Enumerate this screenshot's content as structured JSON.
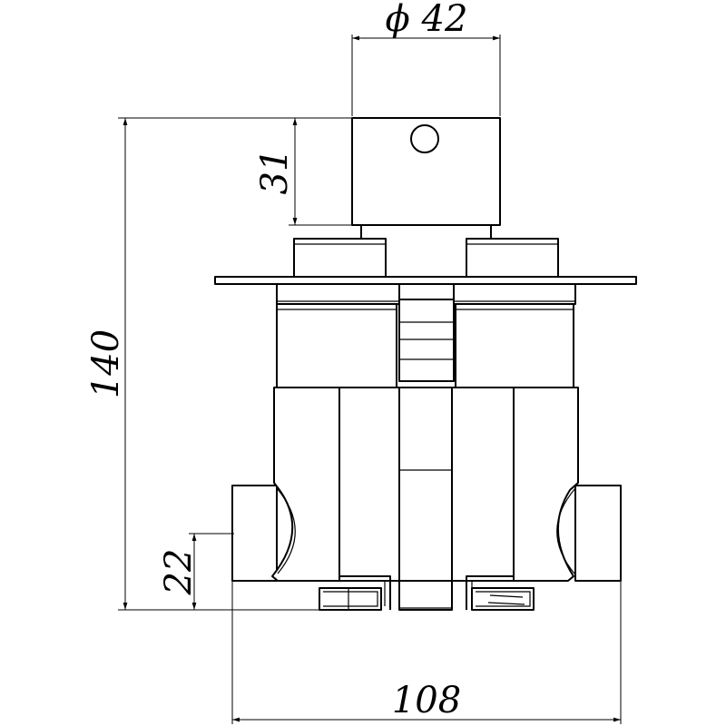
{
  "dimensions": {
    "diameter_label": "ϕ 42",
    "handle_height": "31",
    "total_height": "140",
    "outlet_height": "22",
    "total_width": "108"
  }
}
